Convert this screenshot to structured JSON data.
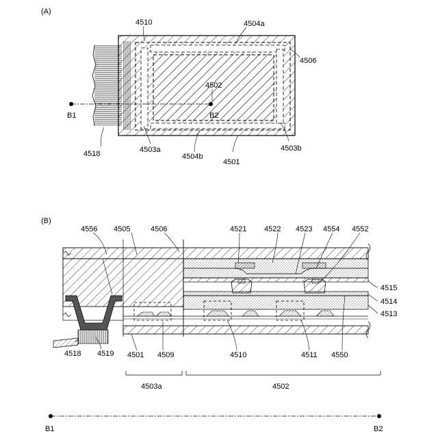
{
  "panel_a": {
    "label": "(A)",
    "labels": {
      "l4510": "4510",
      "l4504a": "4504a",
      "l4506": "4506",
      "l4502": "4502",
      "lB1": "B1",
      "lB2": "B2",
      "l4518": "4518",
      "l4503a": "4503a",
      "l4504b": "4504b",
      "l4501": "4501",
      "l4503b": "4503b"
    }
  },
  "panel_b": {
    "label": "(B)",
    "labels": {
      "l4556": "4556",
      "l4505": "4505",
      "l4506": "4506",
      "l4521": "4521",
      "l4522": "4522",
      "l4523": "4523",
      "l4554": "4554",
      "l4552": "4552",
      "l4515": "4515",
      "l4514": "4514",
      "l4513": "4513",
      "l4518": "4518",
      "l4519": "4519",
      "l4501": "4501",
      "l4509": "4509",
      "l4510": "4510",
      "l4511": "4511",
      "l4550": "4550",
      "l4503a": "4503a",
      "l4502": "4502",
      "lB1": "B1",
      "lB2": "B2"
    }
  }
}
